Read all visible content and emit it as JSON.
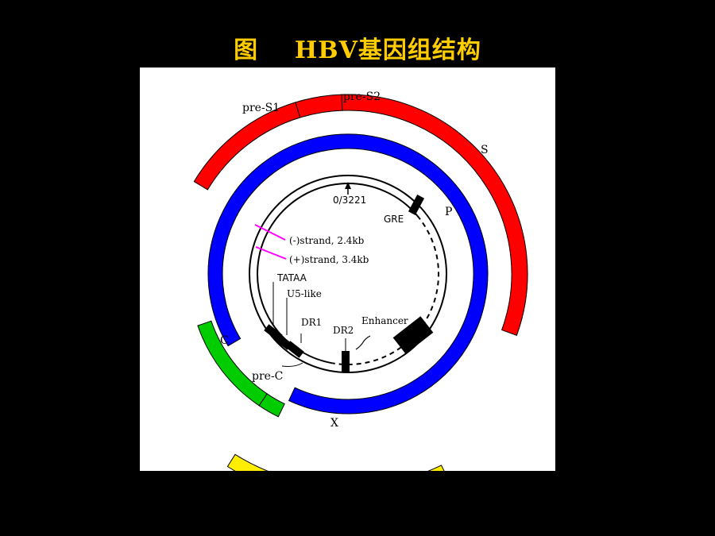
{
  "title": "图    HBV基因组结构",
  "genes": {
    "pre_s1": "pre-S1",
    "pre_s2": "pre-S2",
    "s": "S",
    "p": "P",
    "c": "C",
    "pre_c": "pre-C",
    "x": "X"
  },
  "markers": {
    "origin": "0/3221",
    "gre": "GRE",
    "minus_strand": "(-)strand, 2.4kb",
    "plus_strand": "(+)strand, 3.4kb",
    "tataa": "TATAA",
    "u5_like": "U5-like",
    "dr1": "DR1",
    "dr2": "DR2",
    "enhancer": "Enhancer"
  },
  "colors": {
    "title": "#ffcc00",
    "pre_s_s": "#ff0000",
    "p": "#0000ff",
    "c": "#00cc00",
    "x": "#ffee00",
    "strand_mark": "#ff00ff"
  }
}
